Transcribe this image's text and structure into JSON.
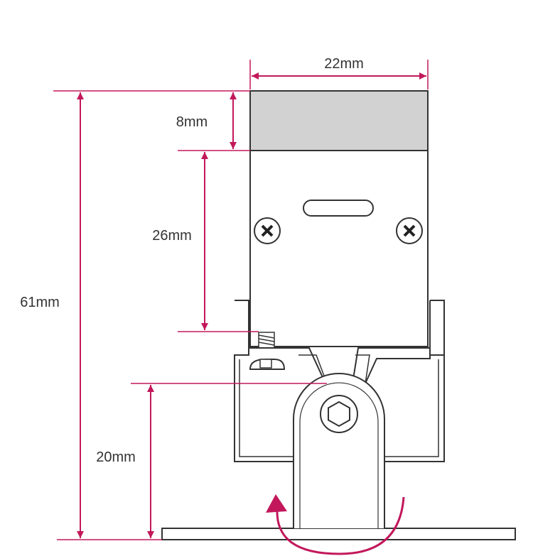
{
  "colors": {
    "dimension": "#c2185b",
    "outline": "#333333",
    "cap_fill": "#d2d2d2",
    "background": "#ffffff"
  },
  "dimensions": {
    "width": "22mm",
    "cap_height": "8mm",
    "body_height": "26mm",
    "total_height": "61mm",
    "pivot_height": "20mm"
  },
  "icons": {
    "screw_left": "cross-screw-icon",
    "screw_right": "cross-screw-icon",
    "hex_bolt": "hex-socket-icon",
    "rotation": "rotation-arrow-icon"
  }
}
